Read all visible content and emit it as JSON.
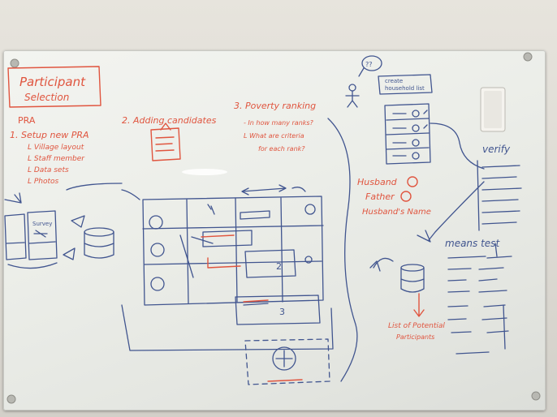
{
  "title_box": {
    "line1": "Participant",
    "line2": "Selection"
  },
  "steps": {
    "pra": "PRA",
    "step1": {
      "heading": "1. Setup new PRA",
      "items": [
        "L Village layout",
        "L Staff member",
        "L Data sets",
        "L Photos"
      ]
    },
    "step2": {
      "heading": "2. Adding candidates"
    },
    "step3": {
      "heading": "3. Poverty ranking",
      "items": [
        "- In how many ranks?",
        "L What are criteria",
        "for each rank?"
      ]
    }
  },
  "user_bubble": "??",
  "create_label": {
    "line1": "create",
    "line2": "household list"
  },
  "verify_label": "verify",
  "relations": [
    "Husband",
    "Father",
    "Husband's Name"
  ],
  "means_test_label": "means test",
  "list_label": {
    "line1": "List of Potential",
    "line2": "Participants"
  },
  "phone_label": "Survey",
  "row_numbers": [
    "2",
    "3"
  ],
  "colors": {
    "red": "#e0553f",
    "blue": "#41558f",
    "board": "#eff0ec"
  }
}
